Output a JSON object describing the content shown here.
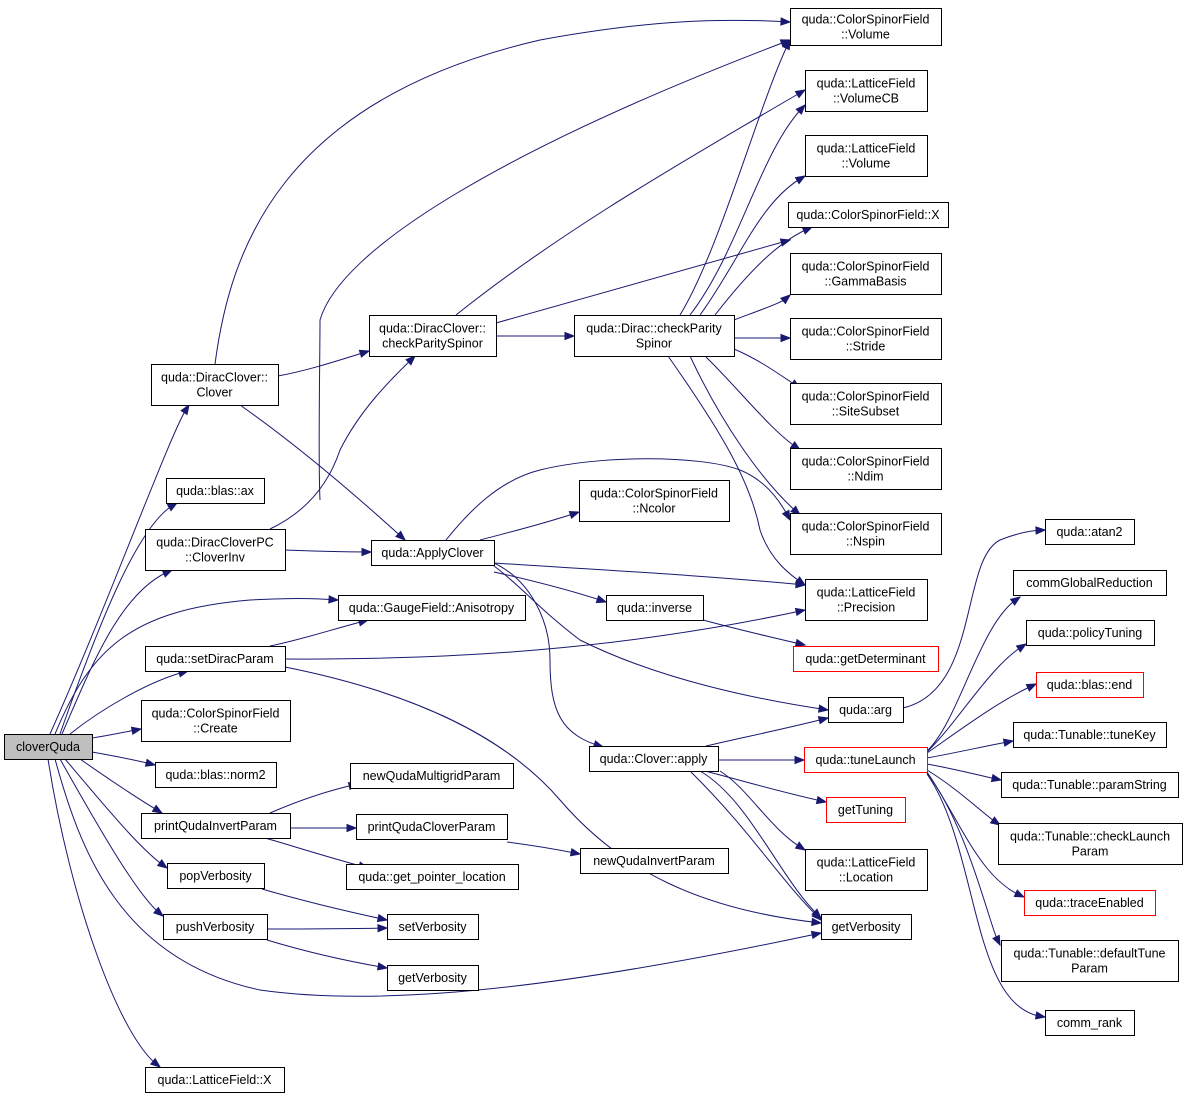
{
  "colors": {
    "edge": "#191970",
    "root_fill": "#bfbfbf",
    "red_border": "#ff0000"
  },
  "nodes": {
    "n01": [
      "cloverQuda"
    ],
    "n02": [
      "quda::DiracClover::",
      "Clover"
    ],
    "n03": [
      "quda::blas::ax"
    ],
    "n04": [
      "quda::DiracCloverPC",
      "::CloverInv"
    ],
    "n05": [
      "quda::setDiracParam"
    ],
    "n06": [
      "quda::ColorSpinorField",
      "::Create"
    ],
    "n07": [
      "quda::blas::norm2"
    ],
    "n08": [
      "printQudaInvertParam"
    ],
    "n09": [
      "popVerbosity"
    ],
    "n10": [
      "pushVerbosity"
    ],
    "n11": [
      "quda::LatticeField::X"
    ],
    "n12": [
      "quda::DiracClover::",
      "checkParitySpinor"
    ],
    "n13": [
      "quda::ApplyClover"
    ],
    "n14": [
      "quda::GaugeField::Anisotropy"
    ],
    "n15": [
      "newQudaMultigridParam"
    ],
    "n16": [
      "printQudaCloverParam"
    ],
    "n17": [
      "quda::get_pointer_location"
    ],
    "n18": [
      "setVerbosity"
    ],
    "n19": [
      "getVerbosity"
    ],
    "n20": [
      "quda::Dirac::checkParity",
      "Spinor"
    ],
    "n21": [
      "quda::ColorSpinorField",
      "::Ncolor"
    ],
    "n22": [
      "quda::inverse"
    ],
    "n23": [
      "quda::Clover::apply"
    ],
    "n24": [
      "newQudaInvertParam"
    ],
    "n25": [
      "quda::ColorSpinorField",
      "::Volume"
    ],
    "n26": [
      "quda::LatticeField",
      "::VolumeCB"
    ],
    "n27": [
      "quda::LatticeField",
      "::Volume"
    ],
    "n28": [
      "quda::ColorSpinorField::X"
    ],
    "n29": [
      "quda::ColorSpinorField",
      "::GammaBasis"
    ],
    "n30": [
      "quda::ColorSpinorField",
      "::Stride"
    ],
    "n31": [
      "quda::ColorSpinorField",
      "::SiteSubset"
    ],
    "n32": [
      "quda::ColorSpinorField",
      "::Ndim"
    ],
    "n33": [
      "quda::ColorSpinorField",
      "::Nspin"
    ],
    "n34": [
      "quda::LatticeField",
      "::Precision"
    ],
    "n35": [
      "quda::getDeterminant"
    ],
    "n36": [
      "quda::arg"
    ],
    "n37": [
      "quda::tuneLaunch"
    ],
    "n38": [
      "getTuning"
    ],
    "n39": [
      "quda::LatticeField",
      "::Location"
    ],
    "n40": [
      "getVerbosity"
    ],
    "n41": [
      "quda::atan2"
    ],
    "n42": [
      "commGlobalReduction"
    ],
    "n43": [
      "quda::policyTuning"
    ],
    "n44": [
      "quda::blas::end"
    ],
    "n45": [
      "quda::Tunable::tuneKey"
    ],
    "n46": [
      "quda::Tunable::paramString"
    ],
    "n47": [
      "quda::Tunable::checkLaunch",
      "Param"
    ],
    "n48": [
      "quda::traceEnabled"
    ],
    "n49": [
      "quda::Tunable::defaultTune",
      "Param"
    ],
    "n50": [
      "comm_rank"
    ]
  }
}
